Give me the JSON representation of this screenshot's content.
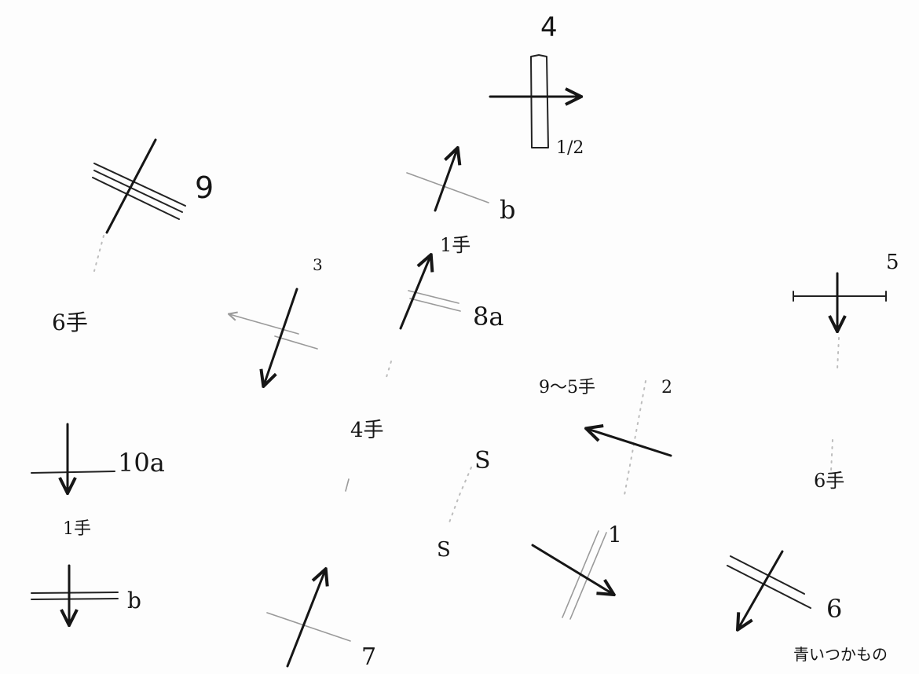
{
  "labels": {
    "n4": "4",
    "n1o2": "1/2",
    "n9": "9",
    "b_top": "b",
    "t1_top": "1手",
    "n3": "3",
    "n8a": "8a",
    "n5": "5",
    "t6_left": "6手",
    "t9to5": "9～5手",
    "n2": "2",
    "t4": "4手",
    "s_upper": "S",
    "s_lower": "S",
    "n10a": "10a",
    "t1_left": "1手",
    "b_left": "b",
    "n7": "7",
    "n1": "1",
    "n6": "6",
    "t6_right": "6手",
    "note": "青いつかもの"
  },
  "colors": {
    "ink": "#161616",
    "faint": "#9a9a9a",
    "paper": "#fdfdfd"
  }
}
